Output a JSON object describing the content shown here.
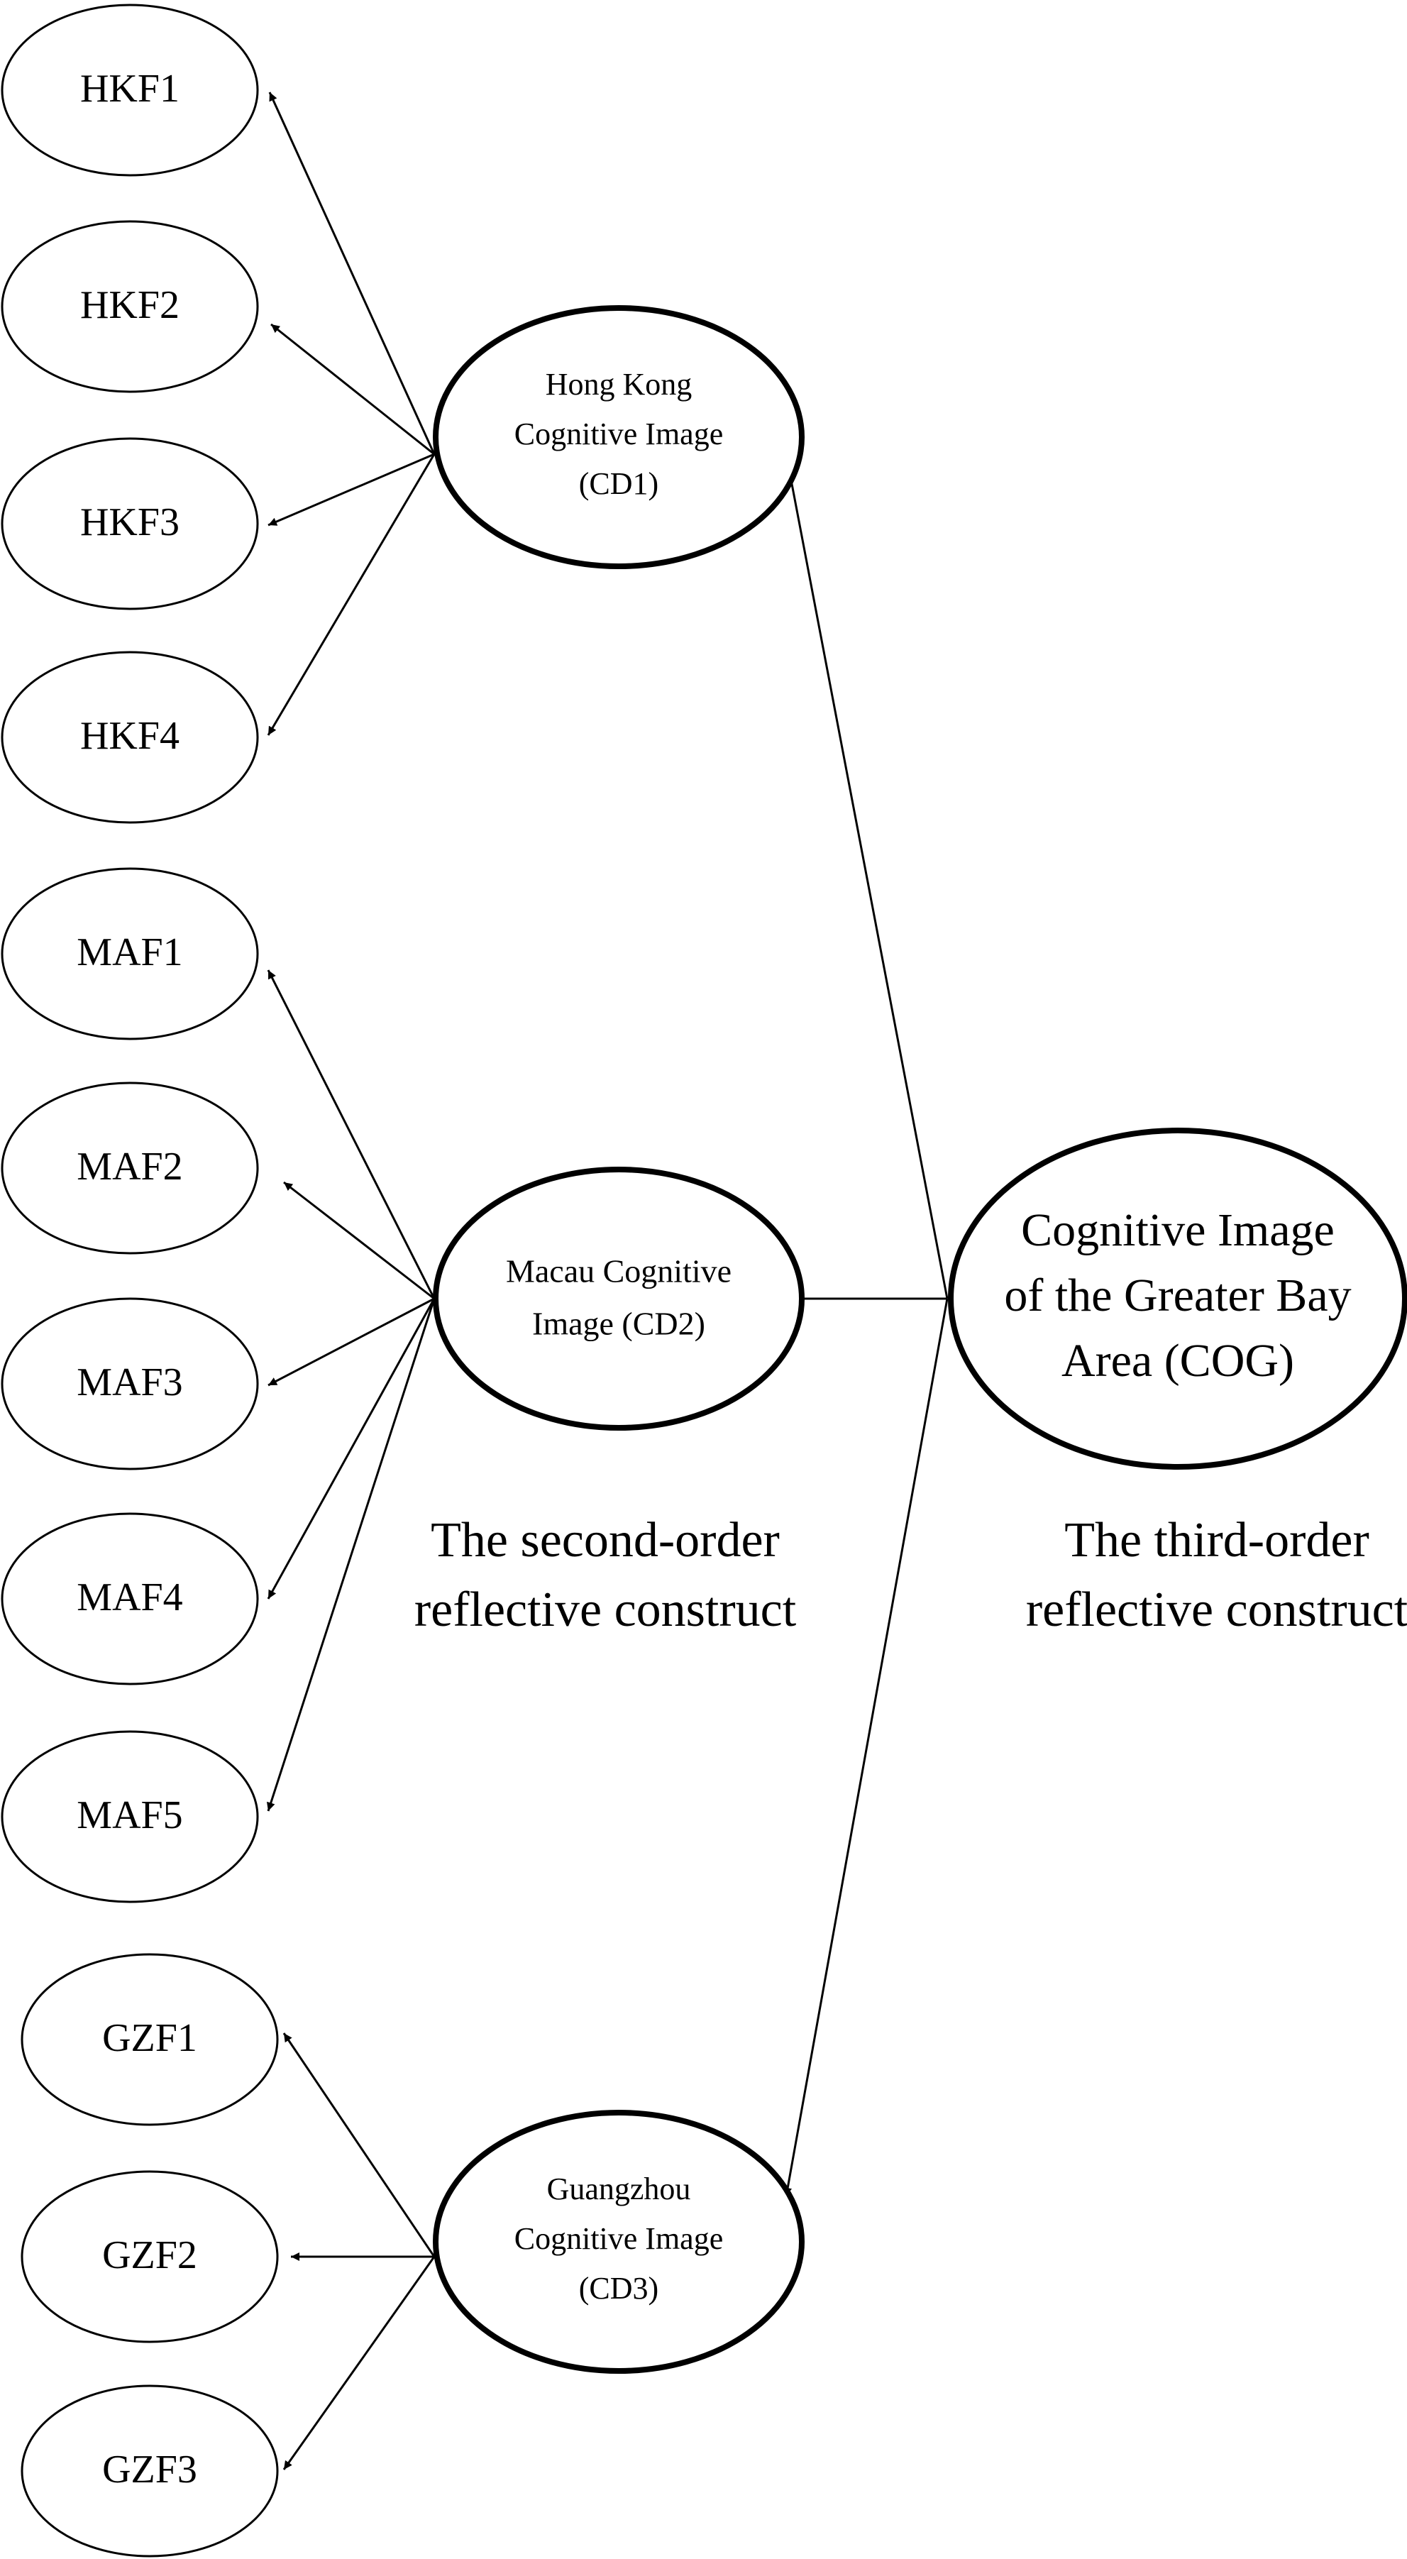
{
  "nodes": {
    "HKF1": "HKF1",
    "HKF2": "HKF2",
    "HKF3": "HKF3",
    "HKF4": "HKF4",
    "MAF1": "MAF1",
    "MAF2": "MAF2",
    "MAF3": "MAF3",
    "MAF4": "MAF4",
    "MAF5": "MAF5",
    "GZF1": "GZF1",
    "GZF2": "GZF2",
    "GZF3": "GZF3",
    "CD1": [
      "Hong Kong",
      "Cognitive Image",
      "(CD1)"
    ],
    "CD2": [
      "Macau Cognitive",
      "Image (CD2)"
    ],
    "CD3": [
      "Guangzhou",
      "Cognitive Image",
      "(CD3)"
    ],
    "COG": [
      "Cognitive Image",
      "of the Greater Bay",
      "Area (COG)"
    ]
  },
  "captions": {
    "second_order": [
      "The second-order",
      "reflective construct"
    ],
    "third_order": [
      "The third-order",
      "reflective construct"
    ]
  },
  "edges": [
    {
      "from": "COG",
      "to": "CD1"
    },
    {
      "from": "COG",
      "to": "CD2"
    },
    {
      "from": "COG",
      "to": "CD3"
    },
    {
      "from": "CD1",
      "to": "HKF1"
    },
    {
      "from": "CD1",
      "to": "HKF2"
    },
    {
      "from": "CD1",
      "to": "HKF3"
    },
    {
      "from": "CD1",
      "to": "HKF4"
    },
    {
      "from": "CD2",
      "to": "MAF1"
    },
    {
      "from": "CD2",
      "to": "MAF2"
    },
    {
      "from": "CD2",
      "to": "MAF3"
    },
    {
      "from": "CD2",
      "to": "MAF4"
    },
    {
      "from": "CD2",
      "to": "MAF5"
    },
    {
      "from": "CD3",
      "to": "GZF1"
    },
    {
      "from": "CD3",
      "to": "GZF2"
    },
    {
      "from": "CD3",
      "to": "GZF3"
    }
  ]
}
